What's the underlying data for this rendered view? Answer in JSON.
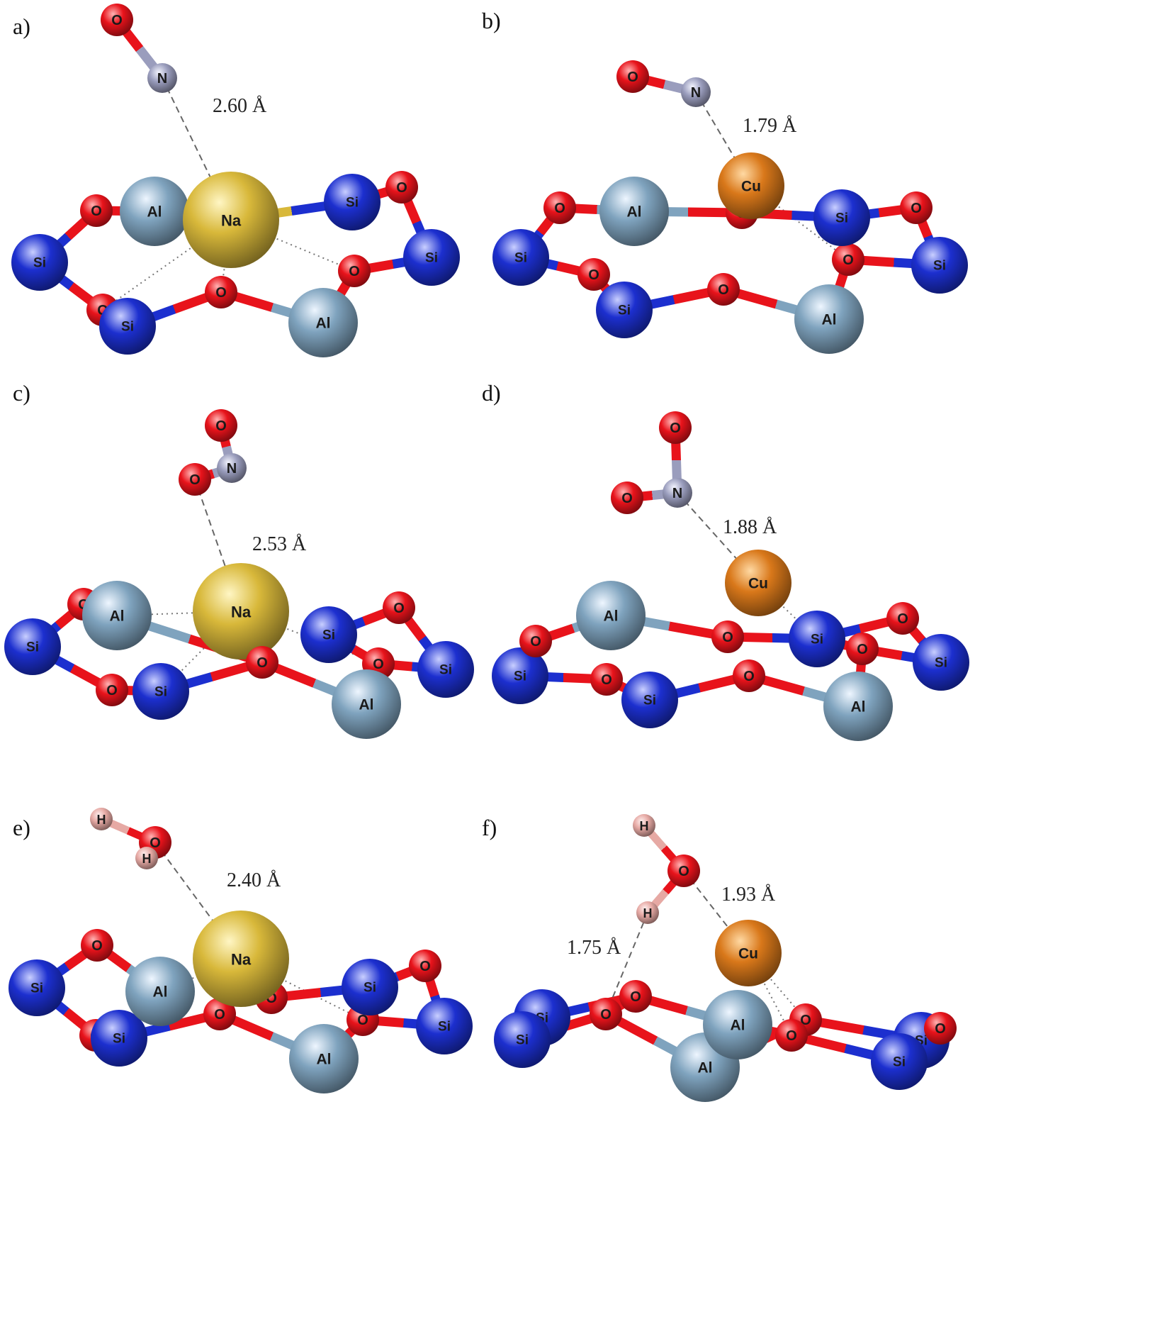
{
  "panels": [
    {
      "id": "a",
      "label": "a)",
      "distances": [
        {
          "text": "2.60 Å"
        }
      ]
    },
    {
      "id": "b",
      "label": "b)",
      "distances": [
        {
          "text": "1.79 Å"
        }
      ]
    },
    {
      "id": "c",
      "label": "c)",
      "distances": [
        {
          "text": "2.53 Å"
        }
      ]
    },
    {
      "id": "d",
      "label": "d)",
      "distances": [
        {
          "text": "1.88 Å"
        }
      ]
    },
    {
      "id": "e",
      "label": "e)",
      "distances": [
        {
          "text": "2.40 Å"
        }
      ]
    },
    {
      "id": "f",
      "label": "f)",
      "distances": [
        {
          "text": "1.93 Å"
        },
        {
          "text": "1.75 Å"
        }
      ]
    }
  ],
  "elements": {
    "O": {
      "symbol": "O",
      "color": "#e8131b",
      "highlight": "#ffb3b3"
    },
    "N": {
      "symbol": "N",
      "color": "#9a9dbd",
      "highlight": "#f4f5ff"
    },
    "H": {
      "symbol": "H",
      "color": "#e6a9a4",
      "highlight": "#fff0ef"
    },
    "Si": {
      "symbol": "Si",
      "color": "#1c2fcf",
      "highlight": "#c9cfff"
    },
    "Al": {
      "symbol": "Al",
      "color": "#7fa3be",
      "highlight": "#eef6ff"
    },
    "Na": {
      "symbol": "Na",
      "color": "#d8b83a",
      "highlight": "#fff6c4"
    },
    "Cu": {
      "symbol": "Cu",
      "color": "#d9781a",
      "highlight": "#ffd9a3"
    }
  }
}
